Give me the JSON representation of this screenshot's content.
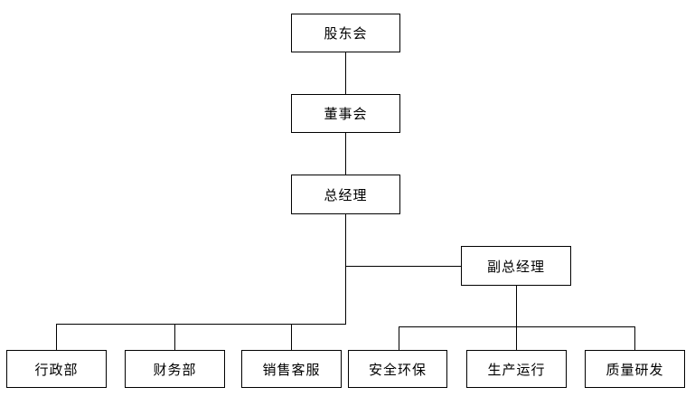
{
  "diagram": {
    "type": "org-chart",
    "colors": {
      "background": "#ffffff",
      "line": "#000000",
      "node_border": "#000000",
      "node_fill": "#ffffff",
      "text": "#000000"
    },
    "nodes": {
      "shareholders": "股东会",
      "board": "董事会",
      "gm": "总经理",
      "dgm": "副总经理",
      "admin": "行政部",
      "finance": "财务部",
      "sales": "销售客服",
      "safety": "安全环保",
      "production": "生产运行",
      "quality": "质量研发"
    },
    "edges": [
      {
        "from": "股东会",
        "to": "董事会"
      },
      {
        "from": "董事会",
        "to": "总经理"
      },
      {
        "from": "总经理",
        "to": "副总经理"
      },
      {
        "from": "总经理",
        "to": "行政部"
      },
      {
        "from": "总经理",
        "to": "财务部"
      },
      {
        "from": "总经理",
        "to": "销售客服"
      },
      {
        "from": "副总经理",
        "to": "安全环保"
      },
      {
        "from": "副总经理",
        "to": "生产运行"
      },
      {
        "from": "副总经理",
        "to": "质量研发"
      }
    ]
  }
}
